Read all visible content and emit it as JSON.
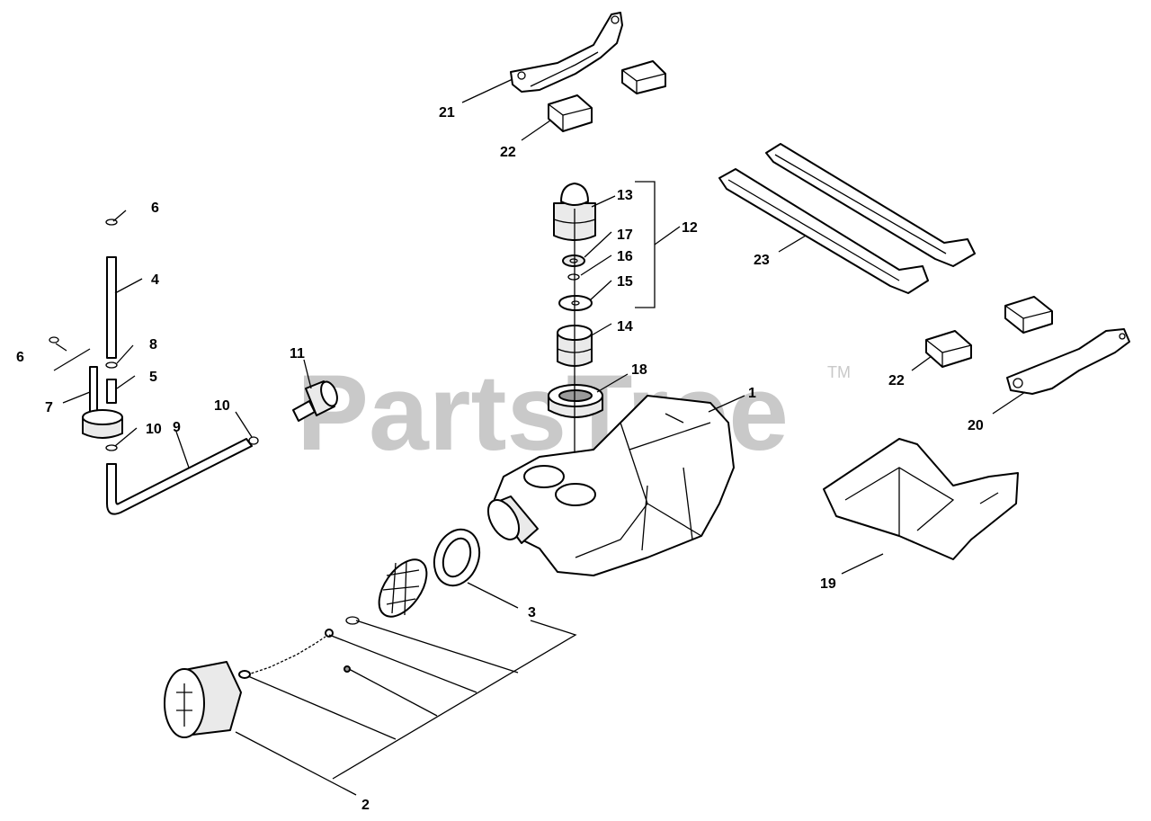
{
  "watermark": {
    "text": "PartsTree",
    "trademark": "TM"
  },
  "callouts": {
    "c1": "1",
    "c2": "2",
    "c3": "3",
    "c4": "4",
    "c5": "5",
    "c6a": "6",
    "c6b": "6",
    "c7": "7",
    "c8": "8",
    "c9": "9",
    "c10a": "10",
    "c10b": "10",
    "c11": "11",
    "c12": "12",
    "c13": "13",
    "c14": "14",
    "c15": "15",
    "c16": "16",
    "c17": "17",
    "c18": "18",
    "c19": "19",
    "c20": "20",
    "c21": "21",
    "c22a": "22",
    "c22b": "22",
    "c23": "23"
  }
}
